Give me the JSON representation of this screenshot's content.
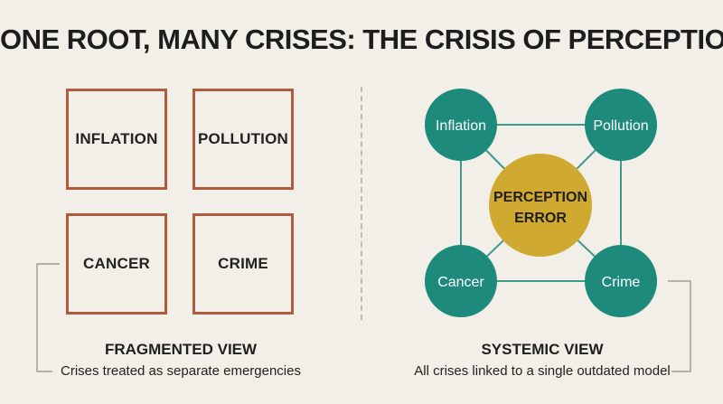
{
  "title": "ONE ROOT, MANY CRISES: THE CRISIS OF PERCEPTION",
  "fragmented": {
    "boxes": [
      "INFLATION",
      "POLLUTION",
      "CANCER",
      "CRIME"
    ],
    "heading": "FRAGMENTED VIEW",
    "caption": "Crises treated as separate emergencies"
  },
  "systemic": {
    "nodes": [
      "Inflation",
      "Pollution",
      "Cancer",
      "Crime"
    ],
    "core_line1": "PERCEPTION",
    "core_line2": "ERROR",
    "heading": "SYSTEMIC VIEW",
    "caption": "All crises linked to a single outdated model"
  },
  "colors": {
    "box_border": "#b25a3c",
    "node_fill": "#1e8a7c",
    "core_fill": "#d0a930",
    "link": "#3e9a8e",
    "background": "#f1efe8"
  }
}
